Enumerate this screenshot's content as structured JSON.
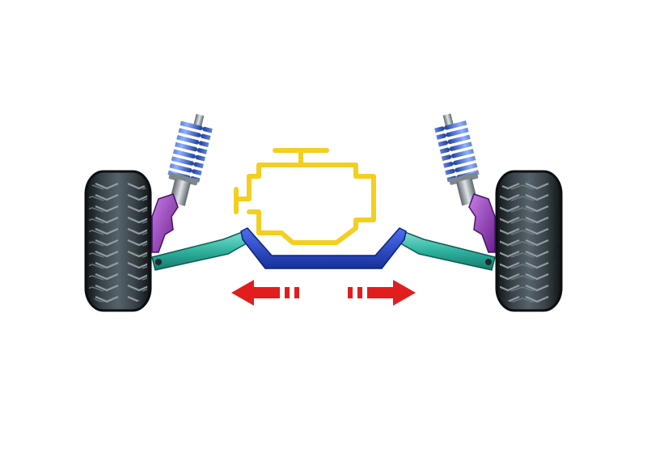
{
  "diagram": {
    "subject": "front-suspension-subframe",
    "components": [
      {
        "id": "engine",
        "icon": "engine-icon"
      },
      {
        "id": "left-wheel",
        "icon": "tire-icon"
      },
      {
        "id": "right-wheel",
        "icon": "tire-icon"
      },
      {
        "id": "left-strut",
        "icon": "coil-spring-icon"
      },
      {
        "id": "right-strut",
        "icon": "coil-spring-icon"
      },
      {
        "id": "left-knuckle",
        "icon": "steering-knuckle-icon"
      },
      {
        "id": "right-knuckle",
        "icon": "steering-knuckle-icon"
      },
      {
        "id": "left-control-arm",
        "icon": "control-arm-icon"
      },
      {
        "id": "right-control-arm",
        "icon": "control-arm-icon"
      },
      {
        "id": "subframe",
        "icon": "subframe-crossmember-icon"
      },
      {
        "id": "movement-arrows",
        "icon": "double-arrow-icon"
      }
    ],
    "colors": {
      "engine": "#f3cf1f",
      "tire": "#1d2326",
      "tire_tread": "#8a949a",
      "spring": "#3f6fd0",
      "strut_body": "#6e7880",
      "knuckle": "#8a2fb0",
      "control_arm": "#2fb3a0",
      "subframe": "#2146c4",
      "arrow": "#e01e1e"
    }
  }
}
